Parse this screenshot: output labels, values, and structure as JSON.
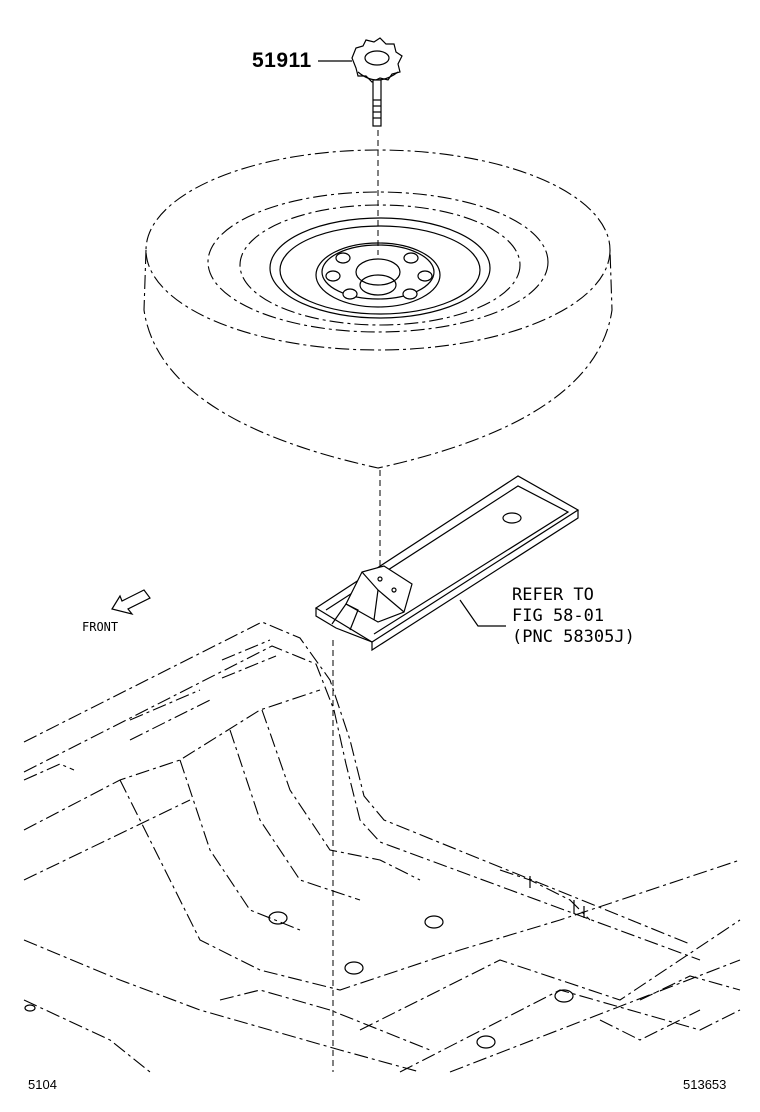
{
  "part": {
    "number": "51911"
  },
  "reference": {
    "line1": "REFER TO",
    "line2": "FIG 58-01",
    "line3": "(PNC 58305J)"
  },
  "direction": {
    "label": "FRONT",
    "icon": "front-arrow-icon"
  },
  "footer": {
    "left_code": "5104",
    "right_code": "513653"
  }
}
